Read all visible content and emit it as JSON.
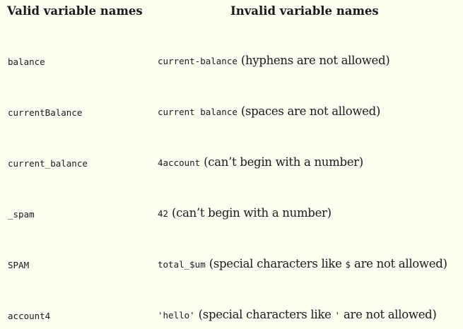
{
  "headers": {
    "valid": "Valid variable names",
    "invalid": "Invalid variable names"
  },
  "rows": [
    {
      "valid": "balance",
      "invalid_code": "current-balance",
      "invalid_note": "(hyphens are not allowed)"
    },
    {
      "valid": "currentBalance",
      "invalid_code": "current balance",
      "invalid_note": "(spaces are not allowed)"
    },
    {
      "valid": "current_balance",
      "invalid_code": "4account",
      "invalid_note": "(can’t begin with a number)"
    },
    {
      "valid": "_spam",
      "invalid_code": "42",
      "invalid_note": "(can’t begin with a number)"
    },
    {
      "valid": "SPAM",
      "invalid_code": "total_$um",
      "invalid_note_before": "(special characters like",
      "invalid_note_code": "$",
      "invalid_note_after": "are not allowed)"
    },
    {
      "valid": "account4",
      "invalid_code": "'hello'",
      "invalid_note_before": "(special characters like",
      "invalid_note_code": "'",
      "invalid_note_after": "are not allowed)"
    }
  ]
}
